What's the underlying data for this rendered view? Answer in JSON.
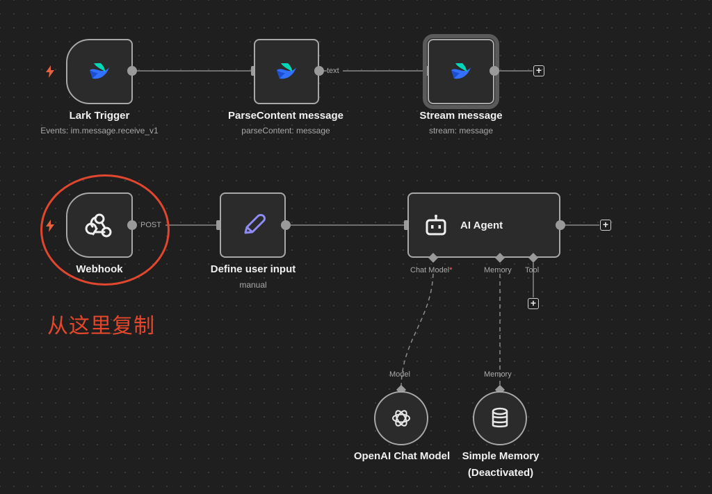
{
  "colors": {
    "accent": "#e0472e",
    "canvas": "#1f1f1f",
    "node": "#2b2b2b"
  },
  "nodes": {
    "lark_trigger": {
      "title": "Lark Trigger",
      "subtitle": "Events: im.message.receive_v1",
      "icon": "lark-icon"
    },
    "parse_content": {
      "title": "ParseContent message",
      "subtitle": "parseContent: message",
      "icon": "lark-icon"
    },
    "stream_message": {
      "title": "Stream message",
      "subtitle": "stream: message",
      "icon": "lark-icon"
    },
    "webhook": {
      "title": "Webhook",
      "icon": "webhook-icon"
    },
    "define_input": {
      "title": "Define user input",
      "subtitle": "manual",
      "icon": "pencil-icon"
    },
    "ai_agent": {
      "title": "AI Agent",
      "icon": "robot-icon"
    },
    "openai_model": {
      "title": "OpenAI Chat Model",
      "icon": "openai-icon"
    },
    "simple_memory": {
      "title": "Simple Memory",
      "subtitle": "(Deactivated)",
      "icon": "database-icon"
    }
  },
  "connections": {
    "text_label": "text",
    "post_label": "POST",
    "chat_model_label": "Chat Model",
    "required_mark": "*",
    "memory_label": "Memory",
    "tool_label": "Tool",
    "model_label": "Model",
    "memory_in_label": "Memory"
  },
  "annotation": {
    "text": "从这里复制"
  }
}
